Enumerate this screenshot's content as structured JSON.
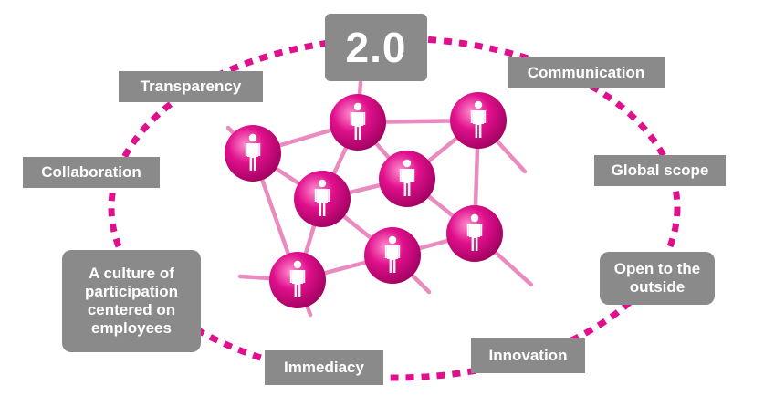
{
  "diagram": {
    "title": "2.0",
    "colors": {
      "accent": "#e0108c",
      "node_light": "#ff8fd0",
      "node_dark": "#9e005f",
      "link": "#ea8bc0",
      "label_bg": "#8a8a8b",
      "label_text": "#ffffff"
    },
    "labels": {
      "transparency": "Transparency",
      "communication": "Communication",
      "collaboration": "Collaboration",
      "global_scope": "Global scope",
      "culture": "A culture of participation centered on employees",
      "open": "Open to the outside",
      "immediacy": "Immediacy",
      "innovation": "Innovation"
    },
    "node_icon": "person-icon",
    "node_count": 8
  }
}
